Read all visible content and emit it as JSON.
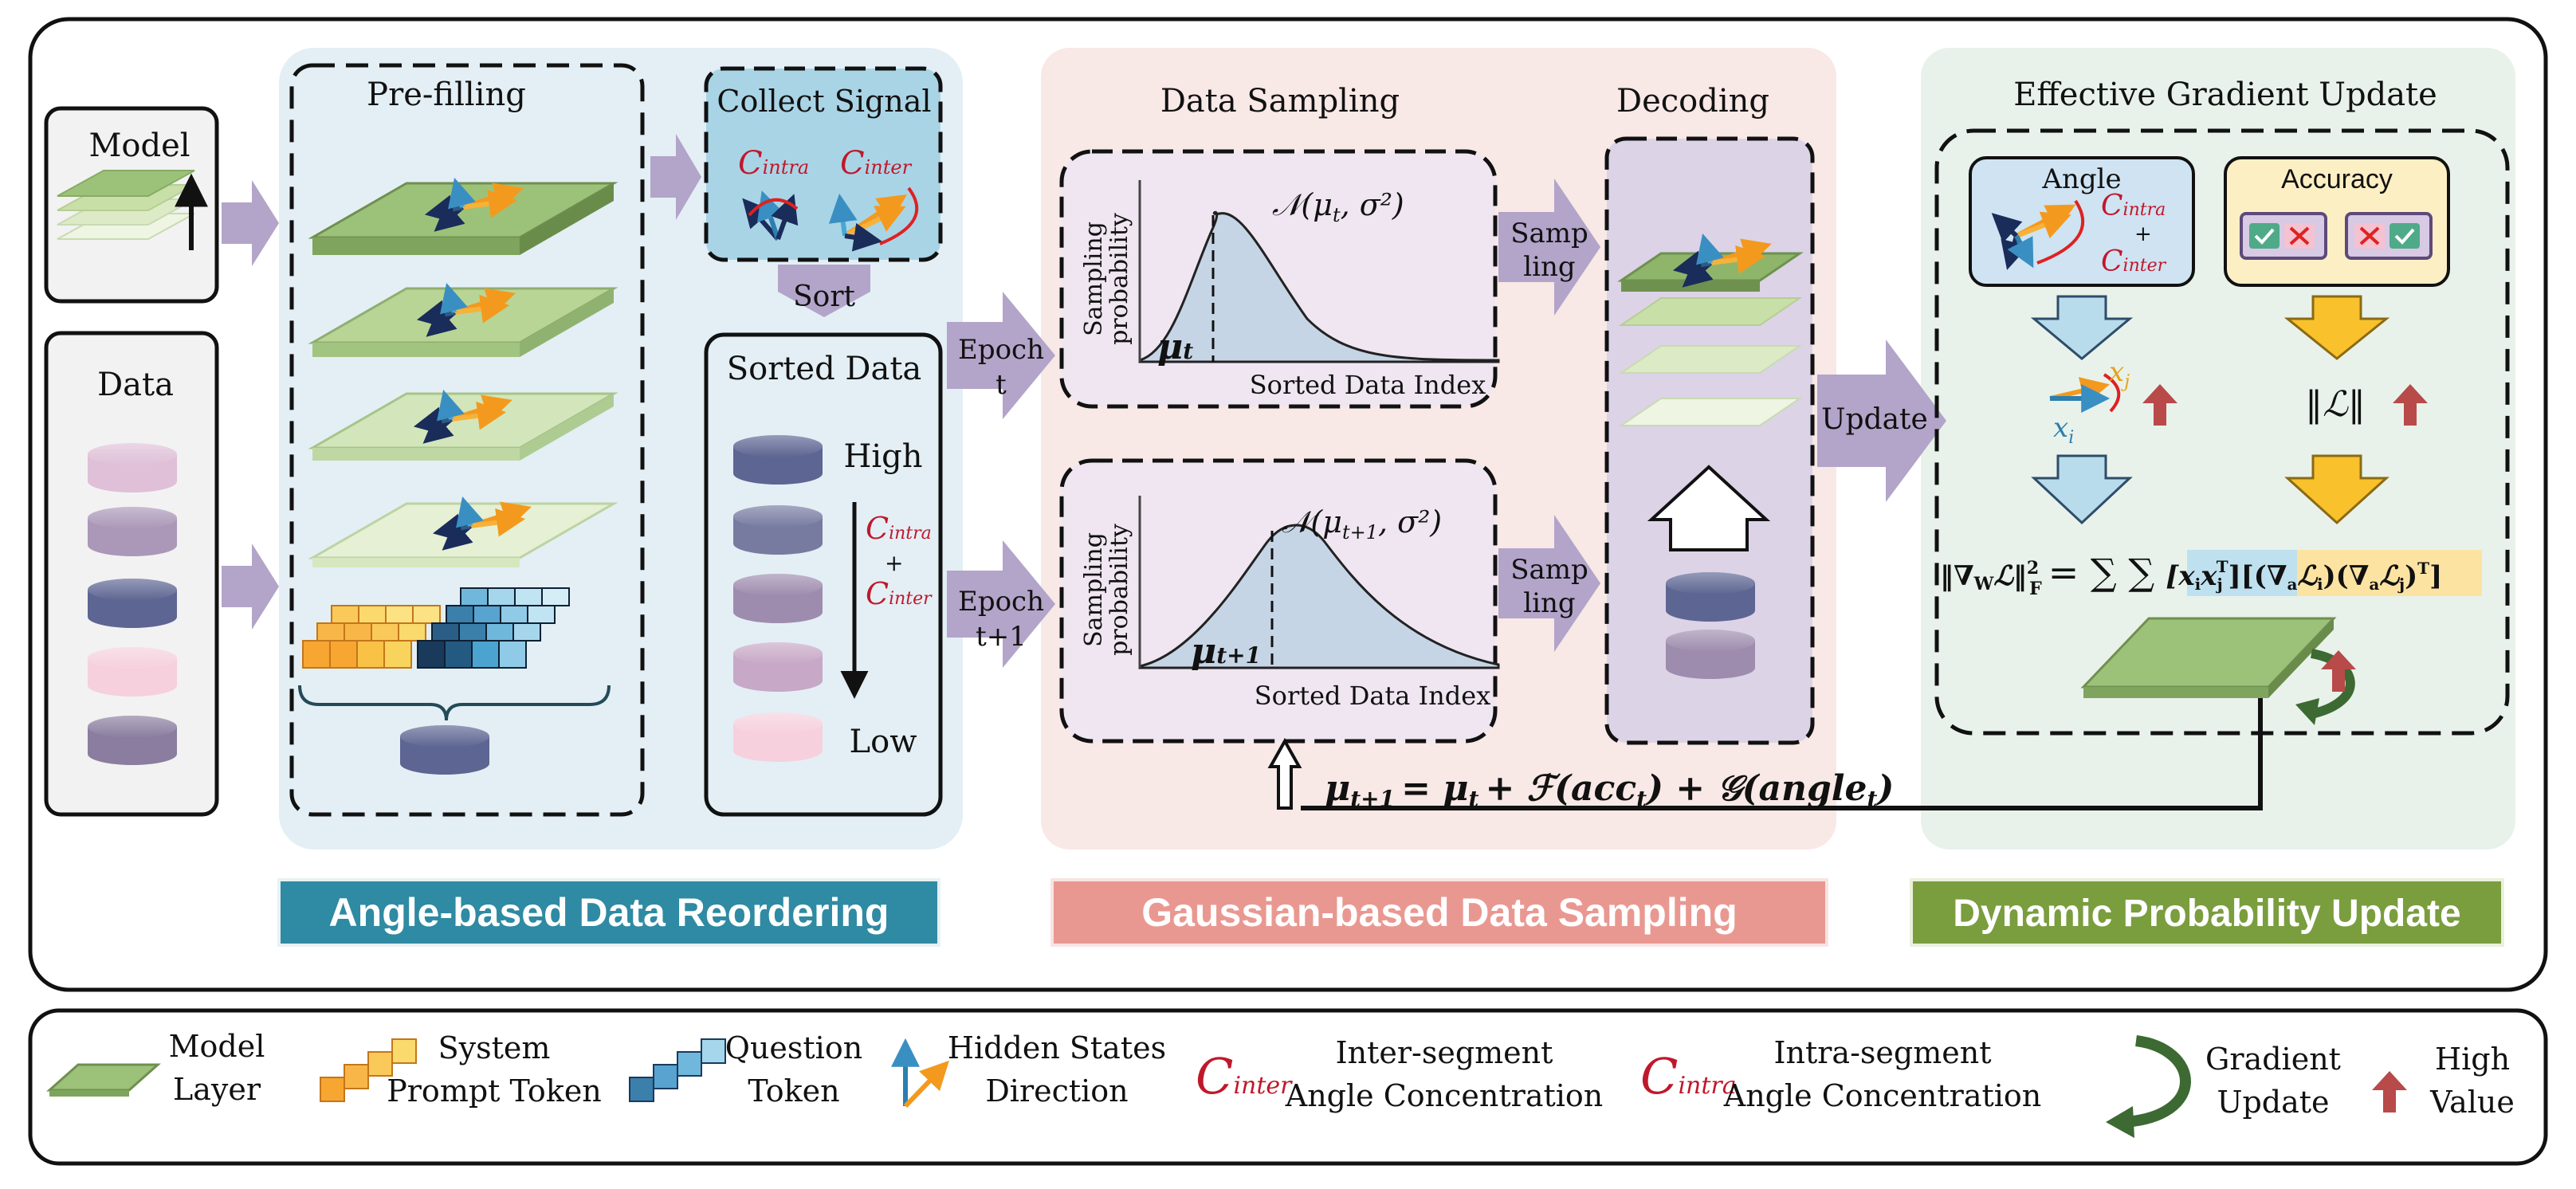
{
  "model_box": {
    "label": "Model"
  },
  "data_box": {
    "label": "Data"
  },
  "prefill": {
    "title": "Pre-filling"
  },
  "collect": {
    "title": "Collect Signal",
    "c_intra": "C",
    "c_intra_sub": "intra",
    "c_inter": "C",
    "c_inter_sub": "inter"
  },
  "sort_label": "Sort",
  "sorted_data": {
    "title": "Sorted Data",
    "high": "High",
    "low": "Low",
    "plus": "+",
    "c": "C",
    "intra": "intra",
    "inter": "inter"
  },
  "epoch_t": {
    "line1": "Epoch",
    "line2": "t"
  },
  "epoch_t1": {
    "line1": "Epoch",
    "line2": "t+1"
  },
  "sampling": {
    "title": "Data Sampling",
    "ylabel_line1": "Sampling",
    "ylabel_line2": "probability",
    "xlabel": "Sorted Data Index",
    "top_dist": "𝒩(μ",
    "top_dist_sub": "t",
    "top_dist_tail": ", σ²)",
    "top_mu": "μ",
    "top_mu_sub": "t",
    "bottom_dist": "𝒩(μ",
    "bottom_dist_sub": "t+1",
    "bottom_dist_tail": ", σ²)",
    "bottom_mu": "μ",
    "bottom_mu_sub": "t+1"
  },
  "sampling_arrow": {
    "line1": "Samp",
    "line2": "ling"
  },
  "decoding": {
    "title": "Decoding"
  },
  "update_arrow": {
    "label": "Update"
  },
  "gradient": {
    "title": "Effective Gradient Update",
    "angle": "Angle",
    "accuracy": "Accuracy",
    "c_intra": "C",
    "c_intra_sub": "intra",
    "plus": "+",
    "c_inter": "C",
    "c_inter_sub": "inter",
    "xj": "x",
    "xj_sub": "j",
    "xi": "x",
    "xi_sub": "i",
    "loss_norm": "‖ℒ‖",
    "formula_left": "‖∇",
    "formula_left_sub": "W",
    "formula_left_tail": "ℒ‖",
    "formula_sup_2": "2",
    "formula_sub_F": "F",
    "formula_eq": "= ∑ ∑",
    "formula_xx": "[x",
    "formula_xx_i": "i",
    "formula_xx_x": "x",
    "formula_xx_j": "j",
    "formula_xx_T": "T",
    "formula_xx_close": "]",
    "formula_grad": "[(∇",
    "formula_grad_a": "a",
    "formula_grad_Li": "ℒ",
    "formula_grad_i": "i",
    "formula_grad_mid": ")(∇",
    "formula_grad_a2": "a",
    "formula_grad_Lj": "ℒ",
    "formula_grad_j": "j",
    "formula_grad_close": ")",
    "formula_grad_T": "T",
    "formula_grad_end": "]"
  },
  "update_formula": {
    "mu": "μ",
    "t1": "t+1",
    "eq": "= μ",
    "t": "t",
    "plus_f": "+ ℱ(",
    "acc": "acc",
    "acc_t": "t",
    "close_plus_g": ") + 𝒢(",
    "angle": "angle",
    "angle_t": "t",
    "close": ")"
  },
  "banners": {
    "reorder": "Angle-based Data Reordering",
    "gaussian": "Gaussian-based Data Sampling",
    "dynamic": "Dynamic Probability Update"
  },
  "legend": {
    "model_layer_1": "Model",
    "model_layer_2": "Layer",
    "system_1": "System",
    "system_2": "Prompt Token",
    "question_1": "Question",
    "question_2": "Token",
    "hidden_1": "Hidden States",
    "hidden_2": "Direction",
    "inter_c": "C",
    "inter_sub": "inter",
    "inter_1": "Inter-segment",
    "inter_2": "Angle Concentration",
    "intra_c": "C",
    "intra_sub": "intra",
    "intra_1": "Intra-segment",
    "intra_2": "Angle Concentration",
    "grad_1": "Gradient",
    "grad_2": "Update",
    "high_1": "High",
    "high_2": "Value"
  },
  "colors": {
    "reorder_bg": "#e3eff5",
    "gaussian_bg": "#f8e8e6",
    "dynamic_bg": "#e8f2ea",
    "purple_arrow": "#b3a4c9",
    "layer_green": "#9cc27a",
    "layer_light": "#dcebc5",
    "cyl_dark": "#5d6592",
    "cyl_mid": "#9e8cae",
    "cyl_pink": "#f3c9d7",
    "red_text": "#c0182b",
    "banner_blue": "#2f8aa3",
    "banner_pink": "#e99891",
    "banner_green": "#7a9d3e"
  }
}
